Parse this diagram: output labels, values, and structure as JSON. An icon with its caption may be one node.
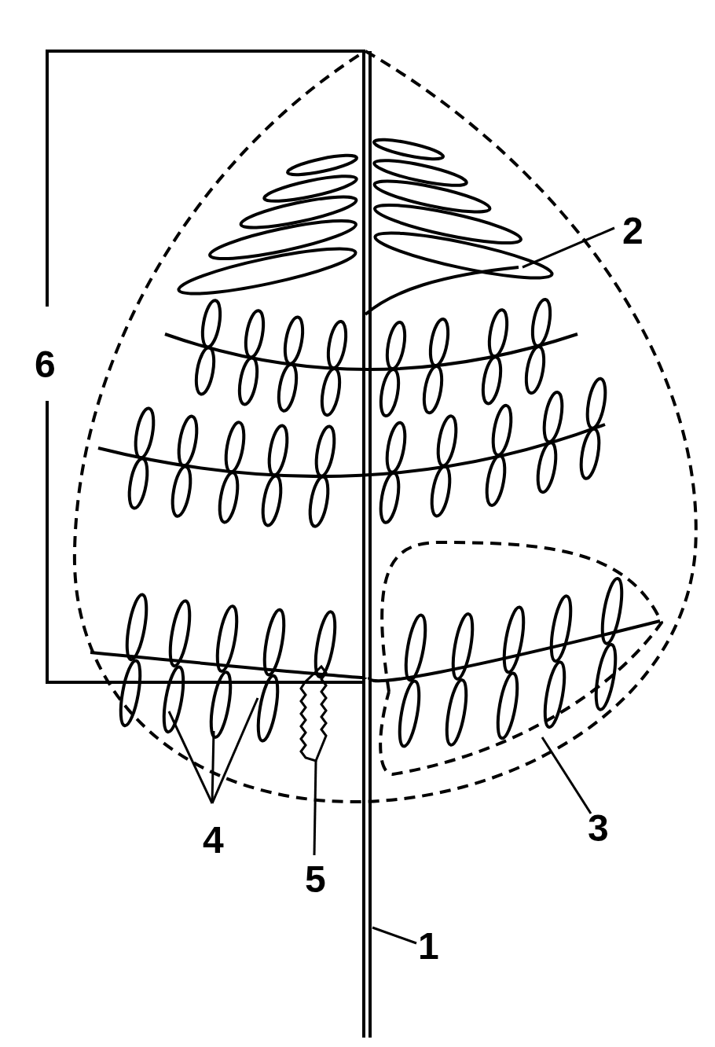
{
  "diagram": {
    "nodes": [
      {
        "text": [
          "1"
        ]
      },
      {
        "text": [
          "2"
        ]
      },
      {
        "text": [
          "3"
        ]
      },
      {
        "text": [
          "4"
        ]
      },
      {
        "text": [
          "5"
        ]
      }
    ],
    "edges": [
      {
        "from": 0,
        "to": null,
        "arrow": "none"
      },
      {
        "from": 1,
        "to": null,
        "arrow": "none"
      },
      {
        "from": 2,
        "to": null,
        "arrow": "none"
      },
      {
        "from": 3,
        "to": null,
        "arrow": "none"
      },
      {
        "from": 3,
        "to": null,
        "arrow": "none"
      },
      {
        "from": 3,
        "to": null,
        "arrow": "none"
      },
      {
        "from": 4,
        "to": null,
        "arrow": "none"
      }
    ],
    "labels": [
      "6"
    ]
  }
}
